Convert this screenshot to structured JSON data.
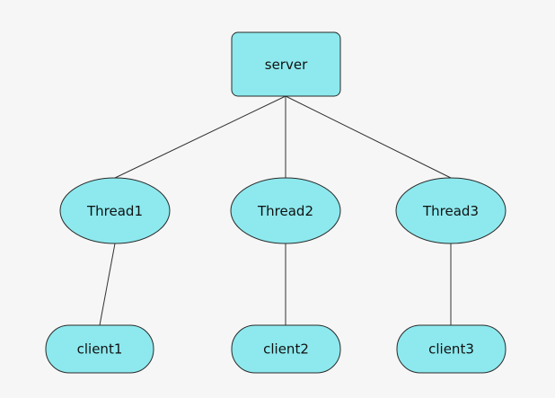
{
  "diagram": {
    "background_color": "#f6f6f6",
    "node_fill_color": "#8de9ee",
    "nodes": {
      "server": {
        "label": "server",
        "shape": "rounded-rectangle"
      },
      "thread1": {
        "label": "Thread1",
        "shape": "ellipse"
      },
      "thread2": {
        "label": "Thread2",
        "shape": "ellipse"
      },
      "thread3": {
        "label": "Thread3",
        "shape": "ellipse"
      },
      "client1": {
        "label": "client1",
        "shape": "rounded-rectangle"
      },
      "client2": {
        "label": "client2",
        "shape": "rounded-rectangle"
      },
      "client3": {
        "label": "client3",
        "shape": "rounded-rectangle"
      }
    },
    "edges": [
      {
        "from": "server",
        "to": "thread1"
      },
      {
        "from": "server",
        "to": "thread2"
      },
      {
        "from": "server",
        "to": "thread3"
      },
      {
        "from": "thread1",
        "to": "client1"
      },
      {
        "from": "thread2",
        "to": "client2"
      },
      {
        "from": "thread3",
        "to": "client3"
      }
    ]
  }
}
